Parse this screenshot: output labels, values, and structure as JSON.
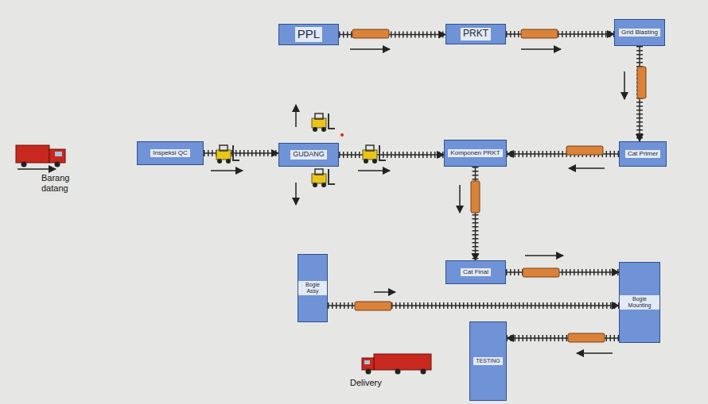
{
  "diagram": {
    "nodes": [
      {
        "text": [
          "PPL"
        ]
      },
      {
        "text": [
          "PRKT"
        ]
      },
      {
        "text": [
          "Grid Blasting"
        ]
      },
      {
        "text": [
          "Inspeksi QC"
        ]
      },
      {
        "text": [
          "GUDANG"
        ]
      },
      {
        "text": [
          "Komponen PRKT"
        ]
      },
      {
        "text": [
          "Cat Primer"
        ]
      },
      {
        "text": [
          "Bogie Assy"
        ]
      },
      {
        "text": [
          "Cat Final"
        ]
      },
      {
        "text": [
          "Bogie Mounting"
        ]
      },
      {
        "text": [
          "TESTING"
        ]
      }
    ],
    "edges": [
      {
        "from": 0,
        "to": 1,
        "arrow": "to"
      },
      {
        "from": 1,
        "to": 2,
        "arrow": "to"
      },
      {
        "from": 2,
        "to": 6,
        "arrow": "to"
      },
      {
        "from": 3,
        "to": 4,
        "arrow": "to"
      },
      {
        "from": 4,
        "to": 5,
        "arrow": "to"
      },
      {
        "from": 6,
        "to": 5,
        "arrow": "to"
      },
      {
        "from": 5,
        "to": 8,
        "arrow": "to"
      },
      {
        "from": 8,
        "to": 9,
        "arrow": "to"
      },
      {
        "from": 7,
        "to": 9,
        "arrow": "to"
      },
      {
        "from": 9,
        "to": 10,
        "arrow": "to"
      }
    ],
    "labels": [
      "Barang datang",
      "Delivery"
    ]
  }
}
